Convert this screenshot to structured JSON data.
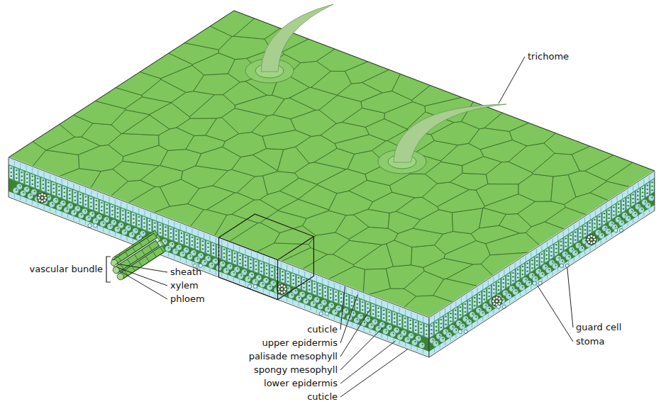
{
  "diagram": {
    "labels": [
      "trichome",
      "vascular bundle",
      "sheath",
      "xylem",
      "phloem",
      "cuticle",
      "upper epidermis",
      "palisade mesophyll",
      "spongy mesophyll",
      "lower epidermis",
      "cuticle",
      "guard cell",
      "stoma"
    ]
  }
}
